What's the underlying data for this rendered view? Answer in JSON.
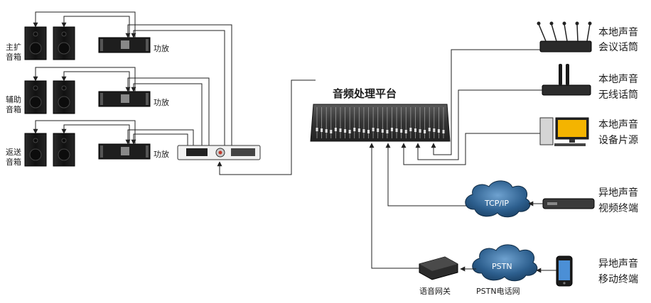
{
  "left": {
    "speaker_groups": [
      {
        "line1": "主扩",
        "line2": "音箱",
        "amp_label": "功放"
      },
      {
        "line1": "辅助",
        "line2": "音箱",
        "amp_label": "功放"
      },
      {
        "line1": "返送",
        "line2": "音箱",
        "amp_label": "功放"
      }
    ]
  },
  "center": {
    "mixer_title": "音频处理平台"
  },
  "right": {
    "sources": [
      {
        "line1": "本地声音",
        "line2": "会议话筒",
        "icon": "conference-microphone-icon"
      },
      {
        "line1": "本地声音",
        "line2": "无线话筒",
        "icon": "wireless-microphone-icon"
      },
      {
        "line1": "本地声音",
        "line2": "设备片源",
        "icon": "computer-icon"
      },
      {
        "line1": "异地声音",
        "line2": "视频终端",
        "icon": "video-terminal-icon"
      },
      {
        "line1": "异地声音",
        "line2": "移动终端",
        "icon": "mobile-phone-icon"
      }
    ],
    "clouds": {
      "tcpip": "TCP/IP",
      "pstn": "PSTN"
    },
    "gateway_label": "语音网关",
    "pstn_label": "PSTN电话网"
  },
  "colors": {
    "cloud": "#1f4f7a",
    "device_dark": "#1e1e1e",
    "wire": "#222222"
  }
}
